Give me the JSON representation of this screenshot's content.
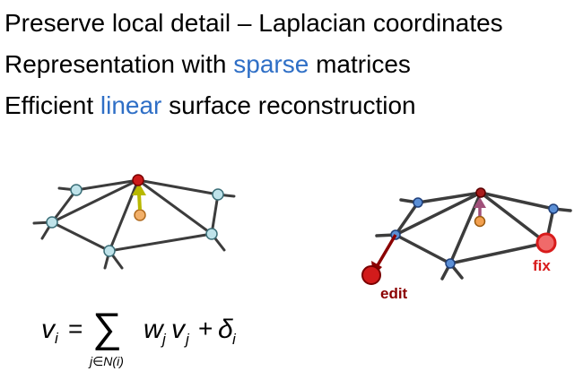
{
  "slide": {
    "bullets": [
      {
        "before": "Preserve local detail – Laplacian coordinates",
        "highlight": "",
        "after": ""
      },
      {
        "before": "Representation with ",
        "highlight": "sparse",
        "after": " matrices"
      },
      {
        "before": "Efficient ",
        "highlight": "linear",
        "after": " surface reconstruction"
      }
    ],
    "highlight_color": "#2f6fc6"
  },
  "right_mesh": {
    "edit_label": "edit",
    "fix_label": "fix",
    "edit_color": "#8b0000",
    "fix_color": "#d81b1b",
    "delta_arrow_color": "#a0507a"
  },
  "left_mesh": {
    "delta_arrow_color": "#b8b800"
  },
  "formula": {
    "lhs_var": "v",
    "lhs_sub": "i",
    "equals": "=",
    "sum_symbol": "∑",
    "sum_index": "j∈N(i)",
    "w": "w",
    "w_sub": "j",
    "v": "v",
    "v_sub": "j",
    "plus": "+",
    "delta": "δ",
    "delta_sub": "i"
  }
}
